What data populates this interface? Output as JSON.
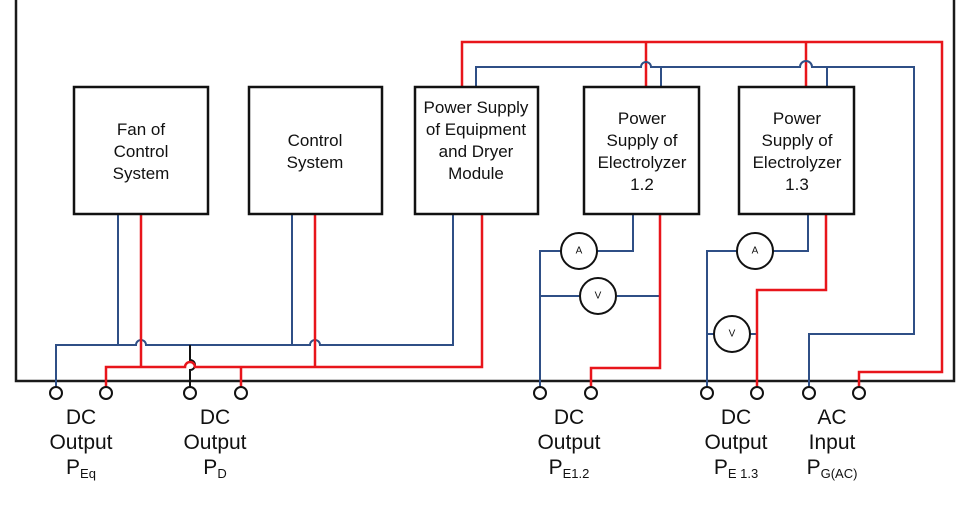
{
  "diagram": {
    "title": "",
    "blocks": [
      {
        "id": "fan",
        "lines": [
          "Fan of",
          "Control",
          "System"
        ]
      },
      {
        "id": "control",
        "lines": [
          "Control",
          "System"
        ]
      },
      {
        "id": "ps-equip",
        "lines": [
          "Power Supply",
          "of Equipment",
          "and Dryer",
          "Module"
        ]
      },
      {
        "id": "ps-e12",
        "lines": [
          "Power",
          "Supply of",
          "Electrolyzer",
          "1.2"
        ]
      },
      {
        "id": "ps-e13",
        "lines": [
          "Power",
          "Supply of",
          "Electrolyzer",
          "1.3"
        ]
      }
    ],
    "meters": [
      {
        "id": "ammeter-e12",
        "label": "A"
      },
      {
        "id": "voltmeter-e12",
        "label": "V"
      },
      {
        "id": "ammeter-e13",
        "label": "A"
      },
      {
        "id": "voltmeter-e13",
        "label": "V"
      }
    ],
    "ports": [
      {
        "id": "p-eq",
        "line1": "DC",
        "line2": "Output",
        "symbol": "P",
        "subscript": "Eq"
      },
      {
        "id": "p-d",
        "line1": "DC",
        "line2": "Output",
        "symbol": "P",
        "subscript": "D"
      },
      {
        "id": "p-e12",
        "line1": "DC",
        "line2": "Output",
        "symbol": "P",
        "subscript": "E1.2"
      },
      {
        "id": "p-e13",
        "line1": "DC",
        "line2": "Output",
        "symbol": "P",
        "subscript": "E 1.3"
      },
      {
        "id": "p-gac",
        "line1": "AC",
        "line2": "Input",
        "symbol": "P",
        "subscript": "G(AC)"
      }
    ],
    "colors": {
      "positive_wire": "#e8151b",
      "negative_wire": "#2f4f86",
      "outline": "#111111"
    }
  }
}
